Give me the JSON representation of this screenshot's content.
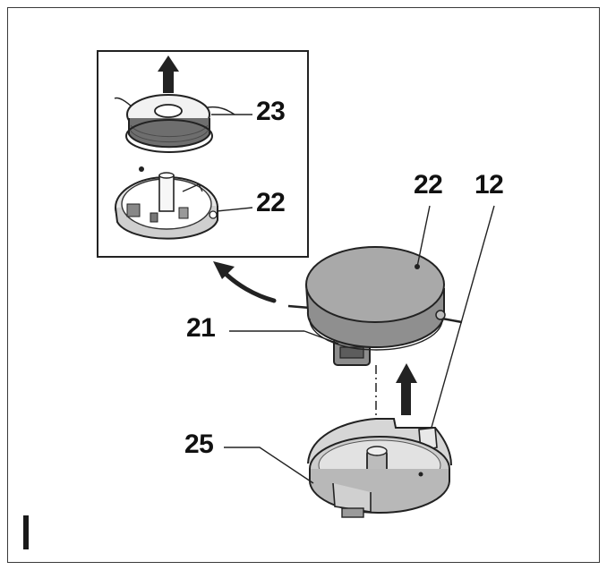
{
  "figure": {
    "labels": {
      "spool": "23",
      "inset_cover": "22",
      "cover": "22",
      "guard": "12",
      "latch": "21",
      "base": "25"
    },
    "section_marker": "I",
    "colors": {
      "outline": "#222222",
      "cover_fill": "#a9a9a9",
      "spool_fill": "#6e6e6e",
      "base_fill": "#c4c4c4",
      "background": "#ffffff"
    },
    "icons": [
      "arrow-up-icon",
      "curved-arrow-icon"
    ]
  }
}
